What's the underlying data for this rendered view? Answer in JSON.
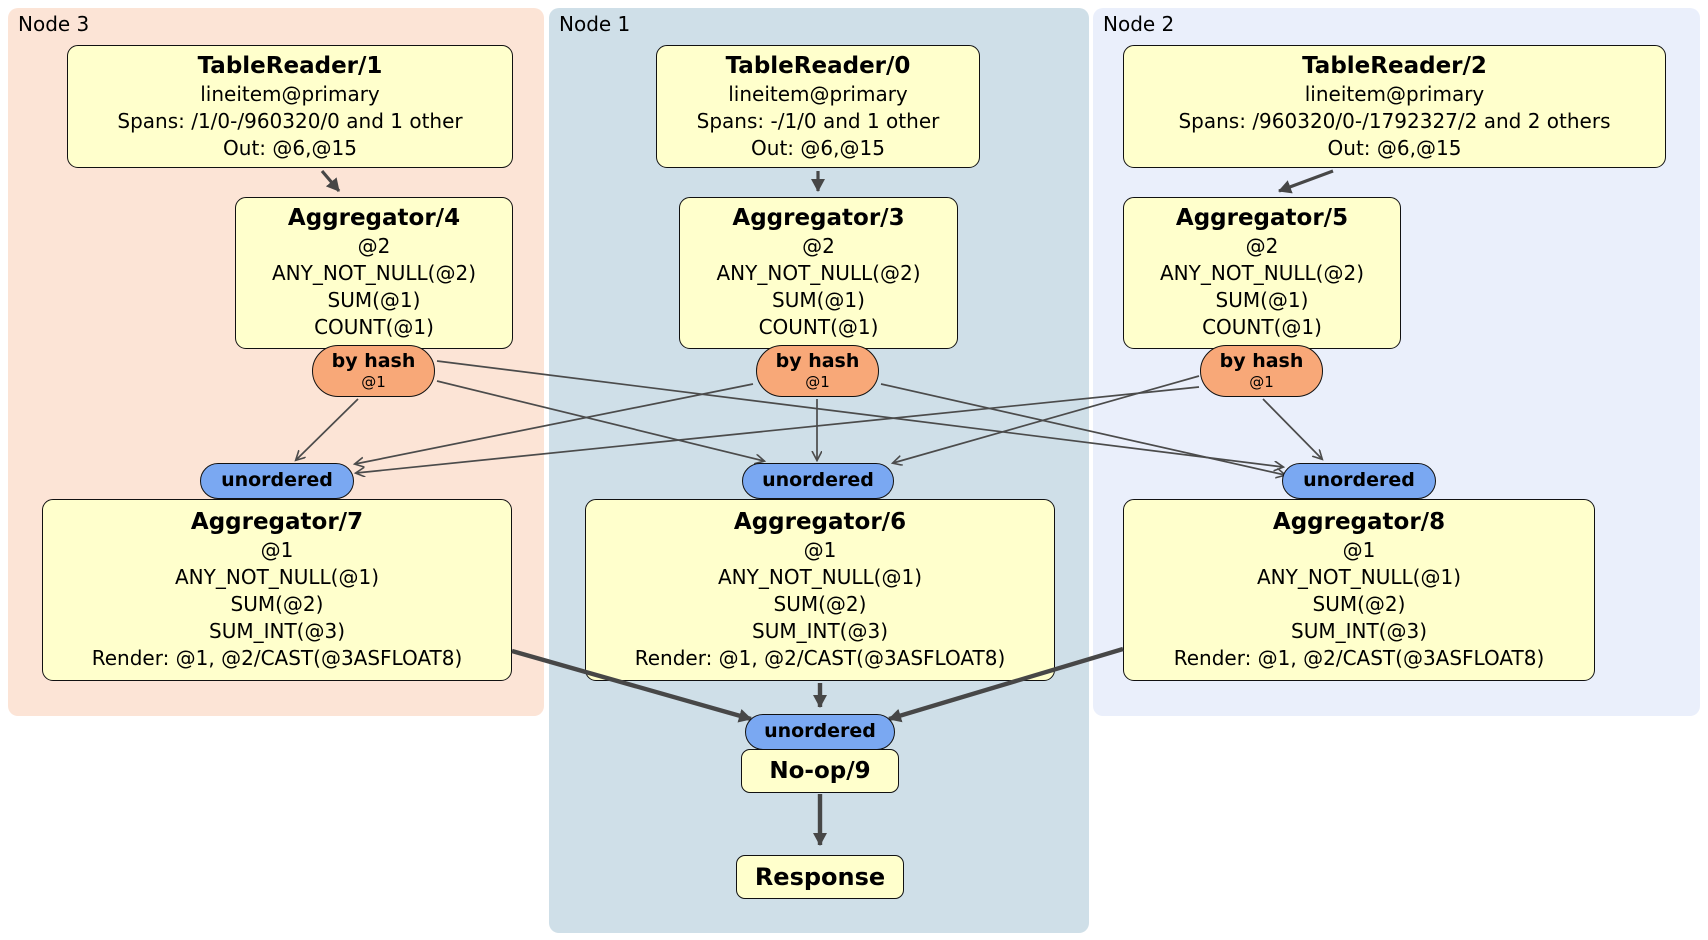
{
  "node3": {
    "label": "Node 3",
    "table_reader": {
      "title": "TableReader/1",
      "index": "lineitem@primary",
      "spans": "Spans: /1/0-/960320/0 and 1 other",
      "out": "Out: @6,@15"
    },
    "aggregator_top": {
      "title": "Aggregator/4",
      "group": "@2",
      "fn1": "ANY_NOT_NULL(@2)",
      "fn2": "SUM(@1)",
      "fn3": "COUNT(@1)"
    },
    "router": {
      "label": "by hash",
      "key": "@1"
    },
    "stream_label": "unordered",
    "aggregator_final": {
      "title": "Aggregator/7",
      "group": "@1",
      "fn1": "ANY_NOT_NULL(@1)",
      "fn2": "SUM(@2)",
      "fn3": "SUM_INT(@3)",
      "render": "Render: @1, @2/CAST(@3ASFLOAT8)"
    }
  },
  "node1": {
    "label": "Node 1",
    "table_reader": {
      "title": "TableReader/0",
      "index": "lineitem@primary",
      "spans": "Spans: -/1/0 and 1 other",
      "out": "Out: @6,@15"
    },
    "aggregator_top": {
      "title": "Aggregator/3",
      "group": "@2",
      "fn1": "ANY_NOT_NULL(@2)",
      "fn2": "SUM(@1)",
      "fn3": "COUNT(@1)"
    },
    "router": {
      "label": "by hash",
      "key": "@1"
    },
    "stream_label": "unordered",
    "aggregator_final": {
      "title": "Aggregator/6",
      "group": "@1",
      "fn1": "ANY_NOT_NULL(@1)",
      "fn2": "SUM(@2)",
      "fn3": "SUM_INT(@3)",
      "render": "Render: @1, @2/CAST(@3ASFLOAT8)"
    }
  },
  "node2": {
    "label": "Node 2",
    "table_reader": {
      "title": "TableReader/2",
      "index": "lineitem@primary",
      "spans": "Spans: /960320/0-/1792327/2 and 2 others",
      "out": "Out: @6,@15"
    },
    "aggregator_top": {
      "title": "Aggregator/5",
      "group": "@2",
      "fn1": "ANY_NOT_NULL(@2)",
      "fn2": "SUM(@1)",
      "fn3": "COUNT(@1)"
    },
    "router": {
      "label": "by hash",
      "key": "@1"
    },
    "stream_label": "unordered",
    "aggregator_final": {
      "title": "Aggregator/8",
      "group": "@1",
      "fn1": "ANY_NOT_NULL(@1)",
      "fn2": "SUM(@2)",
      "fn3": "SUM_INT(@3)",
      "render": "Render: @1, @2/CAST(@3ASFLOAT8)"
    }
  },
  "sink": {
    "stream_label": "unordered",
    "noop_title": "No-op/9",
    "response_title": "Response"
  },
  "colors": {
    "node3_bg": "#fce4d6",
    "node1_bg": "#cfdfe8",
    "node2_bg": "#eaeffb",
    "processor_bg": "#ffffcc",
    "router_bg": "#f8a878",
    "stream_bg": "#7aa8f2",
    "edge": "#4b4b4b"
  }
}
